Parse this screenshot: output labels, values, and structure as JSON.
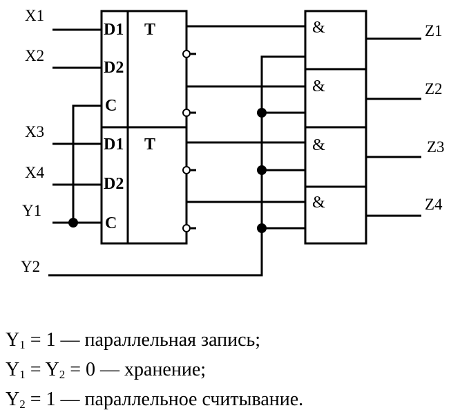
{
  "inputs": {
    "x1": "X1",
    "x2": "X2",
    "x3": "X3",
    "x4": "X4",
    "y1": "Y1",
    "y2": "Y2"
  },
  "triggers": {
    "top": {
      "d1": "D1",
      "d2": "D2",
      "c": "C",
      "label": "T"
    },
    "bottom": {
      "d1": "D1",
      "d2": "D2",
      "c": "C",
      "label": "T"
    }
  },
  "gates": {
    "symbol": "&"
  },
  "outputs": {
    "z1": "Z1",
    "z2": "Z2",
    "z3": "Z3",
    "z4": "Z4"
  },
  "legend": [
    {
      "lhs_main": "Y",
      "lhs_sub": "1",
      "mid": "",
      "mid_sub": "",
      "rhs": " = 1 — параллельная запись;"
    },
    {
      "lhs_main": "Y",
      "lhs_sub": "1",
      "mid": " = Y",
      "mid_sub": "2",
      "rhs": " = 0 — хранение;"
    },
    {
      "lhs_main": "Y",
      "lhs_sub": "2",
      "mid": "",
      "mid_sub": "",
      "rhs": " = 1 — параллельное считывание."
    }
  ]
}
